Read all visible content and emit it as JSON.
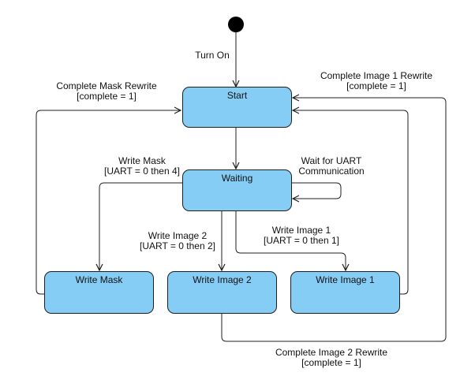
{
  "states": {
    "start": "Start",
    "waiting": "Waiting",
    "write_mask": "Write Mask",
    "write_image_2": "Write Image 2",
    "write_image_1": "Write Image 1"
  },
  "transitions": {
    "turn_on": "Turn On",
    "complete_mask_rewrite": {
      "line1": "Complete Mask Rewrite",
      "line2": "[complete = 1]"
    },
    "complete_image1_rewrite": {
      "line1": "Complete Image 1 Rewrite",
      "line2": "[complete = 1]"
    },
    "write_mask": {
      "line1": "Write Mask",
      "line2": "[UART = 0 then 4]"
    },
    "wait_uart": {
      "line1": "Wait for UART",
      "line2": "Communication"
    },
    "write_image_2": {
      "line1": "Write Image 2",
      "line2": "[UART = 0 then 2]"
    },
    "write_image_1": {
      "line1": "Write Image 1",
      "line2": "[UART = 0 then 1]"
    },
    "complete_image2_rewrite": {
      "line1": "Complete Image 2 Rewrite",
      "line2": "[complete = 1]"
    }
  },
  "colors": {
    "state_fill": "#86cdf5",
    "line": "#1f1f1f"
  }
}
